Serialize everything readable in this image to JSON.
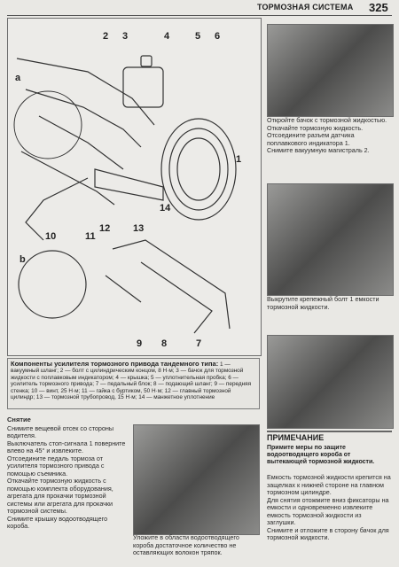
{
  "header": {
    "section_title": "ТОРМОЗНАЯ СИСТЕМА",
    "page_number": "325"
  },
  "diagram": {
    "labels": [
      "2",
      "3",
      "4",
      "5",
      "6",
      "a",
      "b",
      "9",
      "8",
      "7",
      "10",
      "11",
      "12",
      "13",
      "14",
      "1"
    ],
    "caption_title": "Компоненты усилителя тормозного привода тандемного типа:",
    "caption_body": "1 — вакуумный шланг; 2 — болт с цилиндрическим концом, 8 Н·м; 3 — бачок для тормозной жидкости с поплавковым индикатором; 4 — крышка; 5 — уплотнительная пробка; 6 — усилитель тормозного привода; 7 — педальный блок; 8 — подающий шланг; 9 — передняя стенка; 10 — винт, 25 Н·м; 11 — гайка с буртиком, 50 Н·м; 12 — главный тормозной цилиндр; 13 — тормозной трубопровод, 15 Н·м; 14 — манжетное уплотнение"
  },
  "right_column": {
    "p1": "Откройте бачок с тормозной жидкостью.",
    "p2": "Откачайте тормозную жидкость.",
    "p3": "Отсоедините разъем датчика поплавкового индикатора 1.",
    "p4": "Снимите вакуумную магистраль 2.",
    "p5": "Выкрутите крепежный болт 1 емкости тормозной жидкости."
  },
  "removal": {
    "heading": "Снятие",
    "p1": "Снимите вещевой отсек со стороны водителя.",
    "p2": "Выключатель стоп-сигнала 1 поверните влево на 45° и извлеките.",
    "p3": "Отсоедините педаль тормоза от усилителя тормозного привода с помощью съемника.",
    "p4": "Откачайте тормозную жидкость с помощью комплекта оборудования, агрегата для прокачки тормозной системы или агрегата для прокачки тормозной системы.",
    "p5": "Снимите крышку водоотводящего короба."
  },
  "photo4_caption": "Уложите в области водоотводящего короба достаточное количество не оставляющих волокон тряпок.",
  "note": {
    "title": "ПРИМЕЧАНИЕ",
    "bold_text": "Примите меры по защите водоотводящего короба от вытекающей тормозной жидкости.",
    "p1": "Емкость тормозной жидкости крепится на защелках к нижней стороне на главном тормозном цилиндре.",
    "p2": "Для снятия отожмите вниз фиксаторы на емкости и одновременно извлеките емкость тормозной жидкости из заглушки.",
    "p3": "Снимите и отложите в сторону бачок для тормозной жидкости."
  }
}
